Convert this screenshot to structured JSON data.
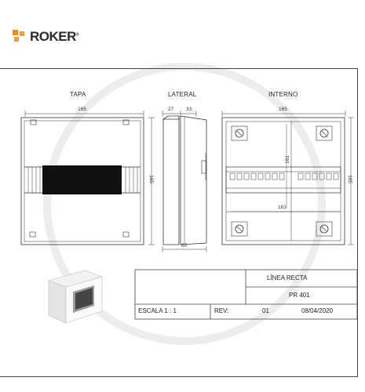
{
  "brand": {
    "name": "ROKER",
    "reg": "®",
    "accent": "#f28a1c"
  },
  "views": {
    "tapa": {
      "title": "TAPA",
      "width": "165",
      "height": "165"
    },
    "lateral": {
      "title": "LATERAL",
      "top_left": "27",
      "top_right": "33",
      "depth": "60"
    },
    "interno": {
      "title": "INTERNO",
      "width": "165",
      "height": "165",
      "inner_v": "161",
      "inner_h": "161"
    }
  },
  "title_block": {
    "line": "LÍNEA RECTA",
    "model": "PR 401",
    "scale": "ESCALA 1 : 1",
    "rev_label": "REV:",
    "rev": "01",
    "date": "08/04/2020"
  }
}
